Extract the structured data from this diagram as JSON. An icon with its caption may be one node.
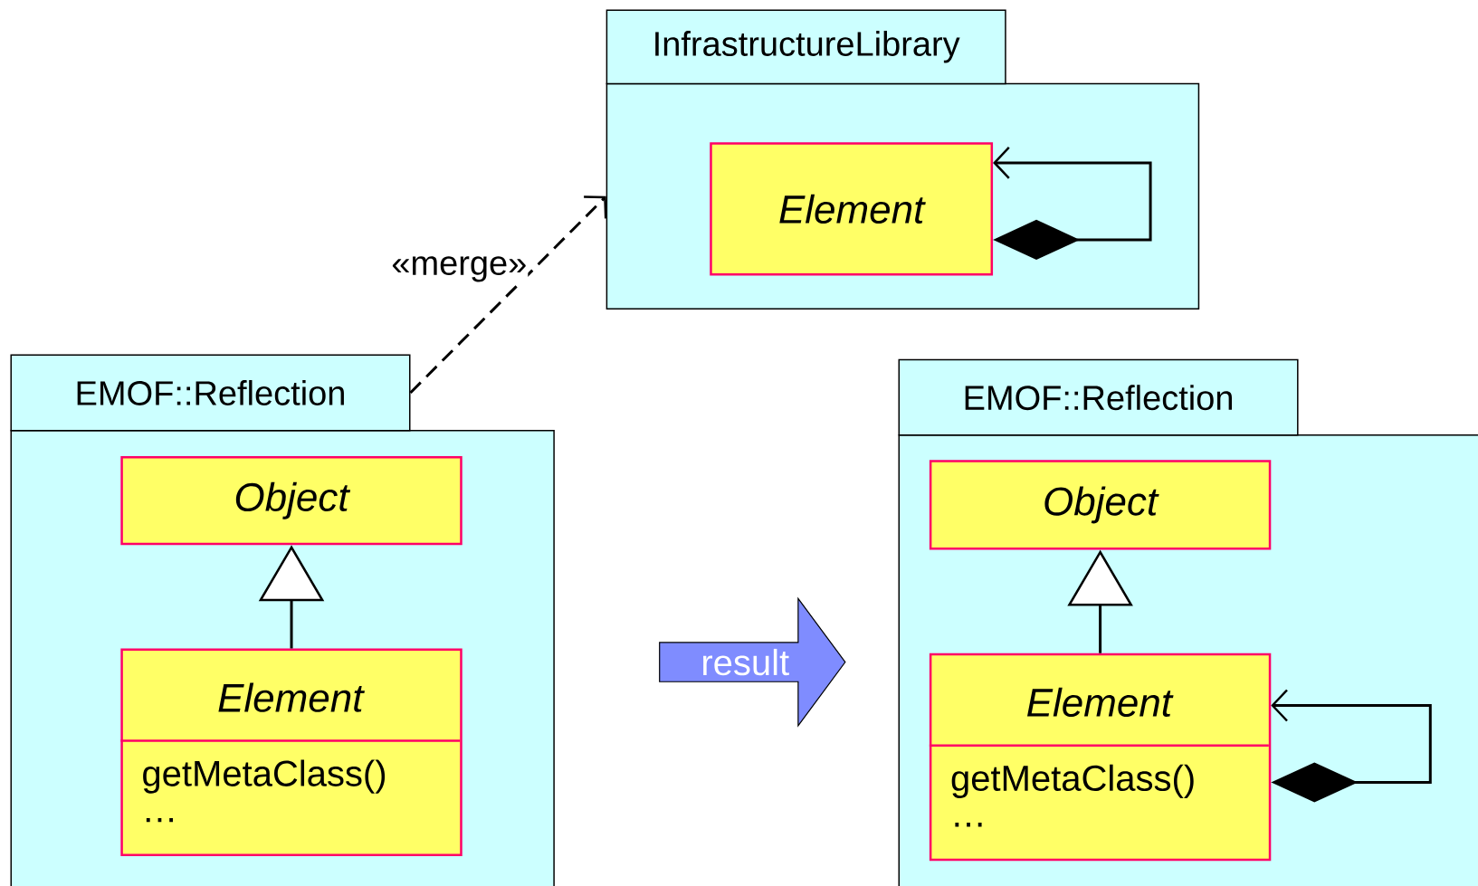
{
  "diagram": {
    "nodes": [
      {
        "text": [
          "InfrastructureLibrary"
        ]
      },
      {
        "text": [
          "Element"
        ],
        "in": 0
      },
      {
        "text": [
          "EMOF::Reflection"
        ]
      },
      {
        "text": [
          "Object"
        ],
        "in": 2
      },
      {
        "text": [
          "Element",
          "getMetaClass()",
          "…"
        ],
        "in": 2
      },
      {
        "text": [
          "result"
        ]
      },
      {
        "text": [
          "EMOF::Reflection"
        ]
      },
      {
        "text": [
          "Object"
        ],
        "in": 6
      },
      {
        "text": [
          "Element",
          "getMetaClass()",
          "…"
        ],
        "in": 6
      }
    ],
    "edges": [
      {
        "from": 2,
        "to": 0,
        "arrow": "to",
        "style": "dashed",
        "label": "«merge»"
      },
      {
        "from": 1,
        "to": 1,
        "arrow": "to"
      },
      {
        "from": 4,
        "to": 3,
        "arrow": "to"
      },
      {
        "from": 8,
        "to": 8,
        "arrow": "to"
      },
      {
        "from": 8,
        "to": 7,
        "arrow": "to"
      }
    ]
  }
}
